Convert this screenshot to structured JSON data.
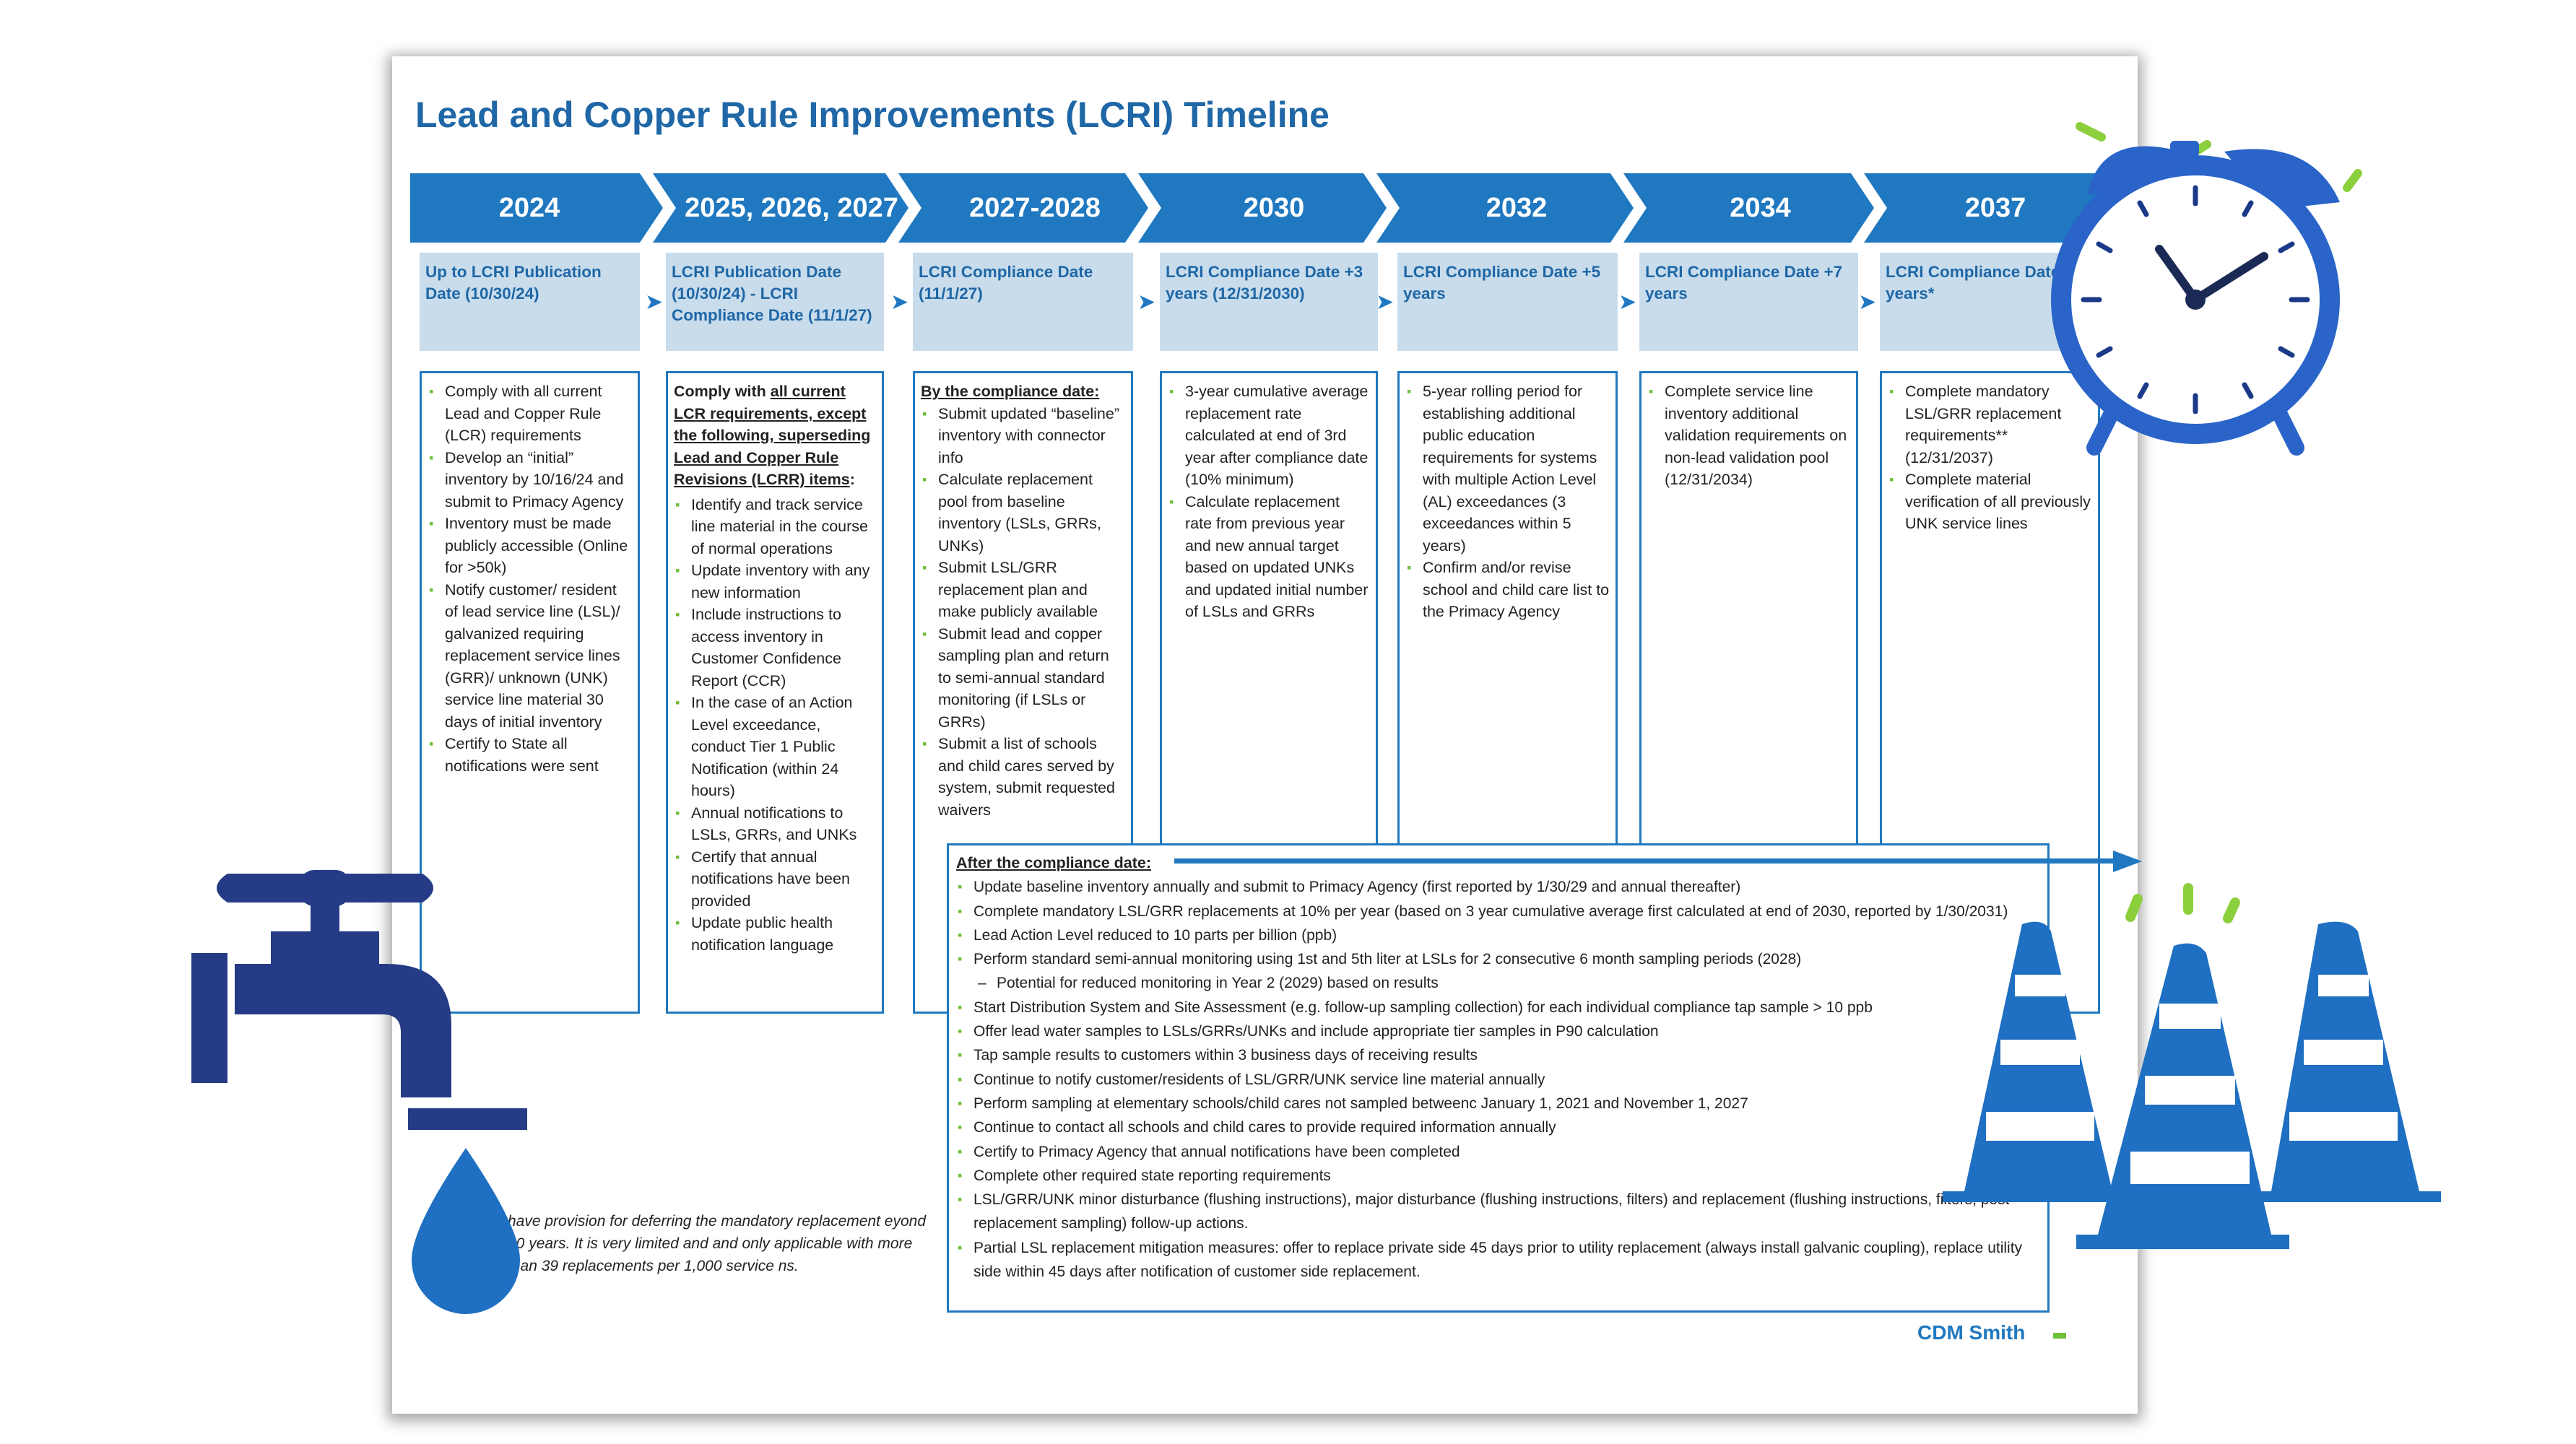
{
  "title": "Lead and Copper Rule Improvements (LCRI) Timeline",
  "colors": {
    "chevron": "#1f78c0",
    "milestone_bg": "#c8dcec",
    "accent_green": "#6fbf3a",
    "border": "#2279bf",
    "icon_navy": "#263b86",
    "icon_blue": "#1f6fc2"
  },
  "years": [
    "2024",
    "2025, 2026, 2027",
    "2027-2028",
    "2030",
    "2032",
    "2034",
    "2037"
  ],
  "milestones": [
    "Up to LCRI Publication Date (10/30/24)",
    "LCRI Publication Date (10/30/24) - LCRI Compliance Date (11/1/27)",
    "LCRI Compliance Date (11/1/27)",
    "LCRI Compliance Date +3 years (12/31/2030)",
    "LCRI Compliance Date +5 years",
    "LCRI Compliance Date +7 years",
    "LCRI Compliance Date +10 years*"
  ],
  "columns": {
    "c2024": {
      "items": [
        "Comply with all current Lead and Copper Rule (LCR) requirements",
        "Develop an “initial” inventory by 10/16/24 and submit to Primacy Agency",
        "Inventory must be made publicly accessible (Online for >50k)",
        "Notify customer/ resident of lead service line (LSL)/ galvanized requiring replacement service lines (GRR)/ unknown (UNK) service line material 30 days of initial inventory",
        "Certify to State all notifications were sent"
      ]
    },
    "c2025": {
      "lead_a": "Comply with ",
      "lead_b": "all current LCR requirements, except the following, superseding Lead and Copper Rule Revisions (LCRR) items",
      "lead_c": ":",
      "items": [
        "Identify and track service line material in the course of normal operations",
        "Update inventory with any new information",
        "Include instructions to access inventory in Customer Confidence Report (CCR)",
        "In the case of an Action Level exceedance, conduct Tier 1 Public Notification (within 24 hours)",
        "Annual notifications to LSLs, GRRs, and UNKs",
        "Certify that annual notifications have been provided",
        "Update public health notification language"
      ]
    },
    "c2027": {
      "lead": "By the compliance date:",
      "items": [
        "Submit updated “baseline” inventory with connector info",
        "Calculate replacement pool from baseline inventory (LSLs, GRRs, UNKs)",
        "Submit LSL/GRR replacement plan and make publicly available",
        "Submit lead and copper sampling plan and return to semi-annual standard monitoring (if LSLs or GRRs)",
        "Submit a list of schools and child cares served by system, submit requested waivers"
      ]
    },
    "c2030": {
      "items": [
        "3-year cumulative average replacement rate calculated at end of 3rd year after compliance date (10% minimum)",
        "Calculate replacement rate from previous year and new annual target based on updated UNKs and updated initial number of LSLs and GRRs"
      ]
    },
    "c2032": {
      "items": [
        "5-year rolling period for establishing additional public education requirements for systems with multiple Action Level (AL) exceedances (3 exceedances within 5 years)",
        "Confirm and/or revise school and child care list to the Primacy Agency"
      ]
    },
    "c2034": {
      "items": [
        "Complete service line inventory additional validation requirements on non-lead validation pool (12/31/2034)"
      ]
    },
    "c2037": {
      "items": [
        "Complete mandatory LSL/GRR replacement requirements** (12/31/2037)",
        "Complete material verification of all previously UNK service lines"
      ]
    }
  },
  "after": {
    "header": "After the compliance date:",
    "items": [
      "Update baseline inventory annually and submit to Primacy Agency (first reported by 1/30/29 and annual thereafter)",
      "Complete mandatory LSL/GRR replacements at 10% per year (based on 3 year cumulative average first calculated at end of 2030, reported by 1/30/2031)",
      "Lead Action Level reduced to 10 parts per billion (ppb)",
      "Perform standard semi-annual monitoring using 1st and 5th liter at LSLs for 2 consecutive 6 month sampling periods (2028)",
      "Potential for reduced monitoring in Year 2 (2029) based on results",
      "Start Distribution System and Site Assessment (e.g. follow-up sampling collection) for each individual compliance tap sample > 10 ppb",
      "Offer lead water samples to LSLs/GRRs/UNKs and include appropriate tier samples in P90 calculation",
      "Tap sample results to customers within 3 business days of receiving results",
      "Continue to notify customer/residents of LSL/GRR/UNK service line material annually",
      "Perform sampling at elementary schools/child cares not sampled betweenc January 1, 2021 and November 1, 2027",
      "Continue to contact all schools and child cares to provide required information annually",
      "Certify to Primacy Agency that annual notifications have been completed",
      "Complete other required state reporting requirements",
      "LSL/GRR/UNK minor disturbance (flushing instructions), major disturbance (flushing instructions, filters) and replacement (flushing instructions, filters, post-replacement sampling) follow-up actions.",
      "Partial LSL replacement mitigation measures: offer to replace private side 45 days prior to utility replacement (always install galvanic coupling), replace utility side within 45 days after notification of customer side replacement."
    ]
  },
  "footnote": "have provision for deferring the mandatory replacement eyond 10 years. It is very limited and and only applicable with more than 39 replacements per 1,000 service ns.",
  "brand": "CDM Smith",
  "icons": [
    "alarm-clock-icon",
    "water-faucet-icon",
    "water-drop-icon",
    "traffic-cones-icon"
  ]
}
